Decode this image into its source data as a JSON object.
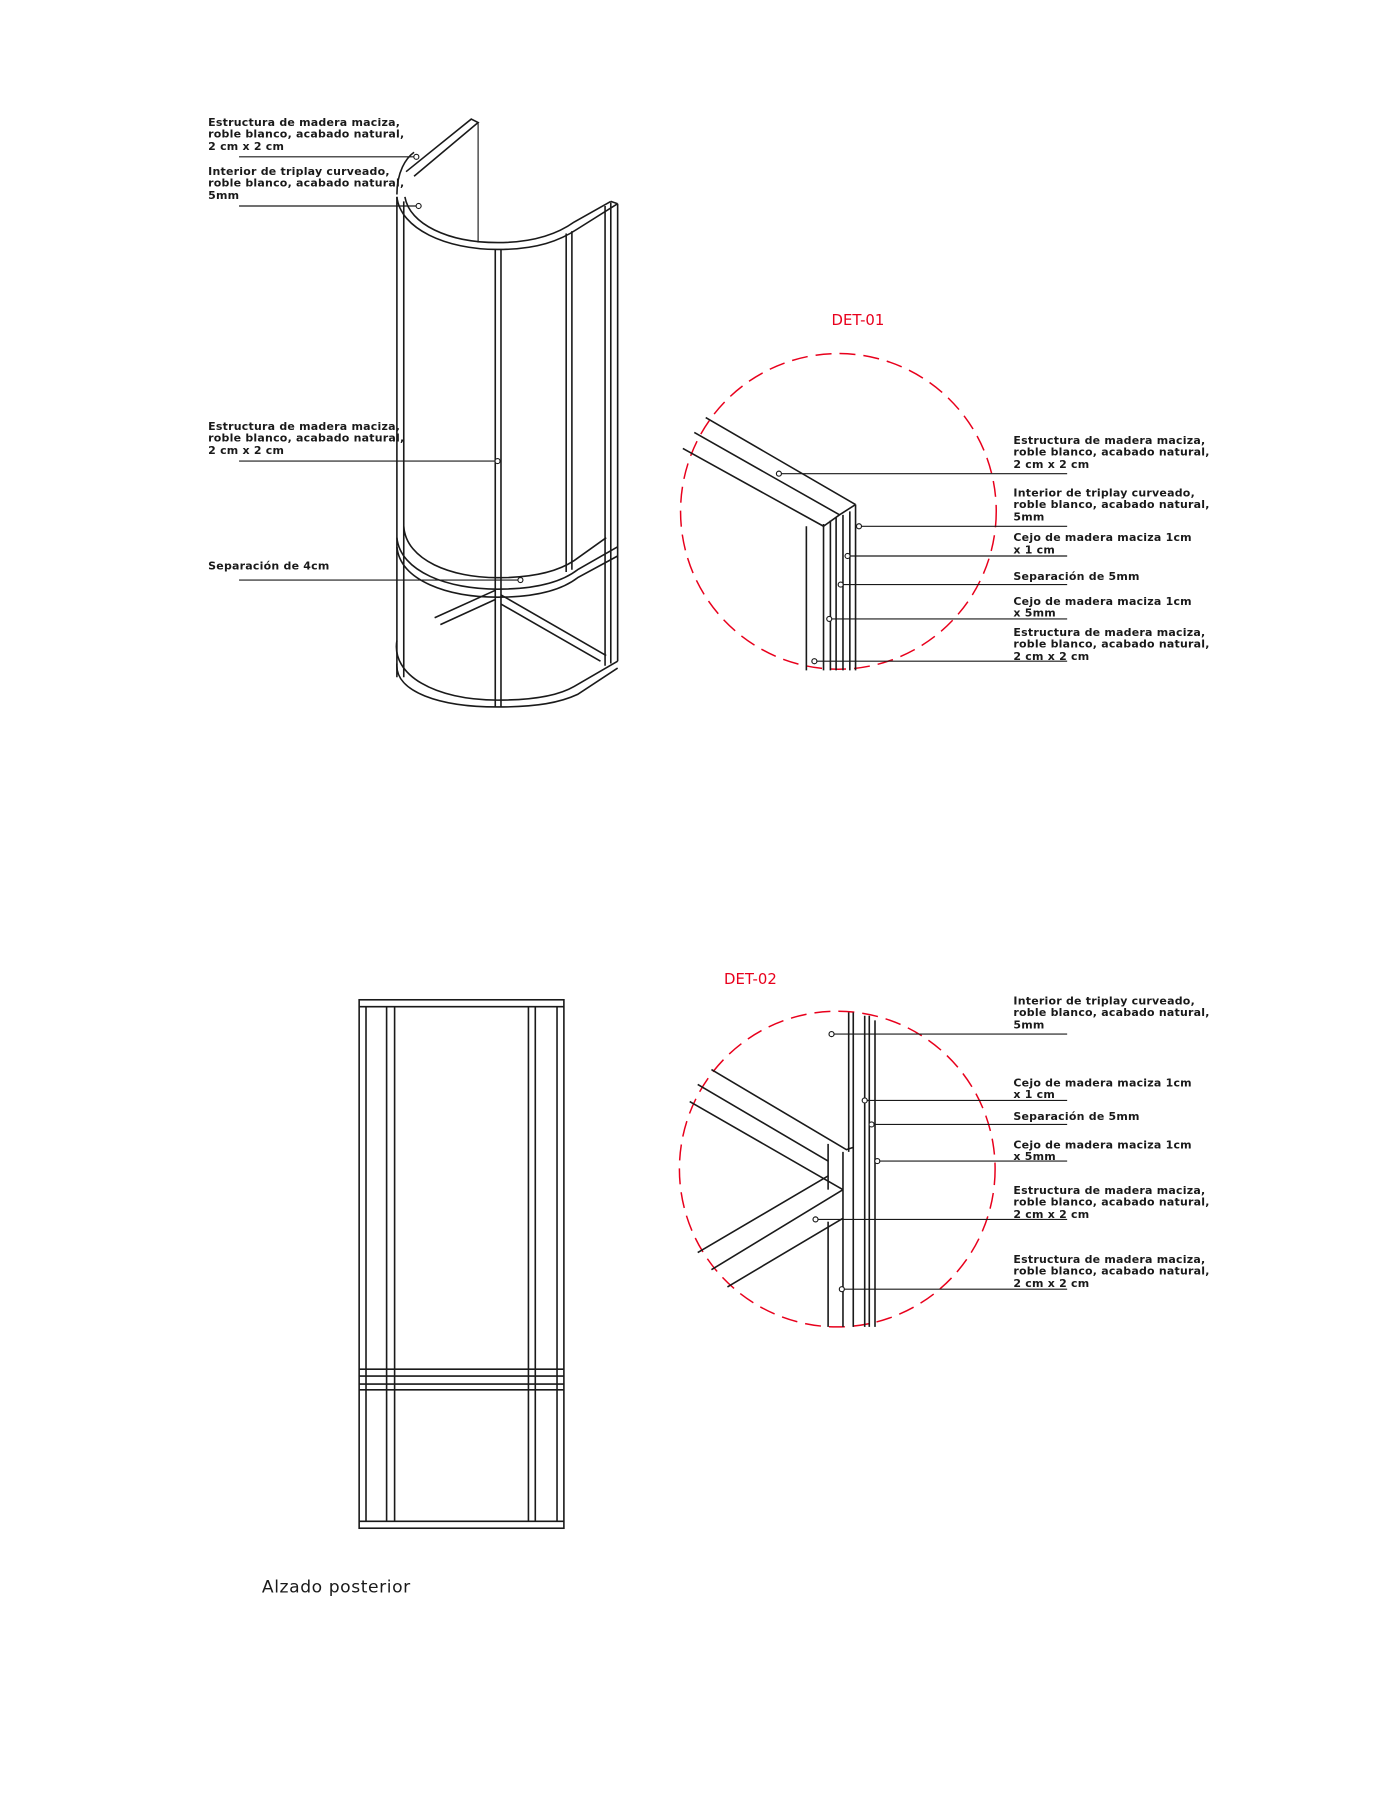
{
  "colors": {
    "line": "#1a1a1a",
    "detail_circle": "#e8001c"
  },
  "isometric": {
    "labels": [
      {
        "lines": [
          "Estructura de madera maciza,",
          "roble blanco, acabado natural,",
          "2 cm x 2 cm"
        ]
      },
      {
        "lines": [
          "Interior de triplay curveado,",
          "roble blanco, acabado natural,",
          "5mm"
        ]
      },
      {
        "lines": [
          "Estructura de madera maciza,",
          "roble blanco, acabado natural,",
          "2 cm x 2 cm"
        ]
      },
      {
        "lines": [
          "Separación de 4cm"
        ]
      }
    ]
  },
  "det01": {
    "title": "DET-01",
    "labels": [
      {
        "lines": [
          "Estructura de madera maciza,",
          "roble blanco, acabado natural,",
          "2 cm x 2 cm"
        ]
      },
      {
        "lines": [
          "Interior de triplay curveado,",
          "roble blanco, acabado natural,",
          "5mm"
        ]
      },
      {
        "lines": [
          "Cejo de madera maciza 1cm",
          "x 1 cm"
        ]
      },
      {
        "lines": [
          "Separación de 5mm"
        ]
      },
      {
        "lines": [
          "Cejo de madera maciza 1cm",
          "x 5mm"
        ]
      },
      {
        "lines": [
          "Estructura de madera maciza,",
          "roble blanco, acabado natural,",
          "2 cm x 2 cm"
        ]
      }
    ]
  },
  "det02": {
    "title": "DET-02",
    "labels": [
      {
        "lines": [
          "Interior de triplay curveado,",
          "roble blanco, acabado natural,",
          "5mm"
        ]
      },
      {
        "lines": [
          "Cejo de madera maciza 1cm",
          "x 1 cm"
        ]
      },
      {
        "lines": [
          "Separación de 5mm"
        ]
      },
      {
        "lines": [
          "Cejo de madera maciza 1cm",
          "x 5mm"
        ]
      },
      {
        "lines": [
          "Estructura de madera maciza,",
          "roble blanco, acabado natural,",
          "2 cm x 2 cm"
        ]
      },
      {
        "lines": [
          "Estructura de madera maciza,",
          "roble blanco, acabado natural,",
          "2 cm x 2 cm"
        ]
      }
    ]
  },
  "elevation": {
    "caption": "Alzado posterior"
  }
}
